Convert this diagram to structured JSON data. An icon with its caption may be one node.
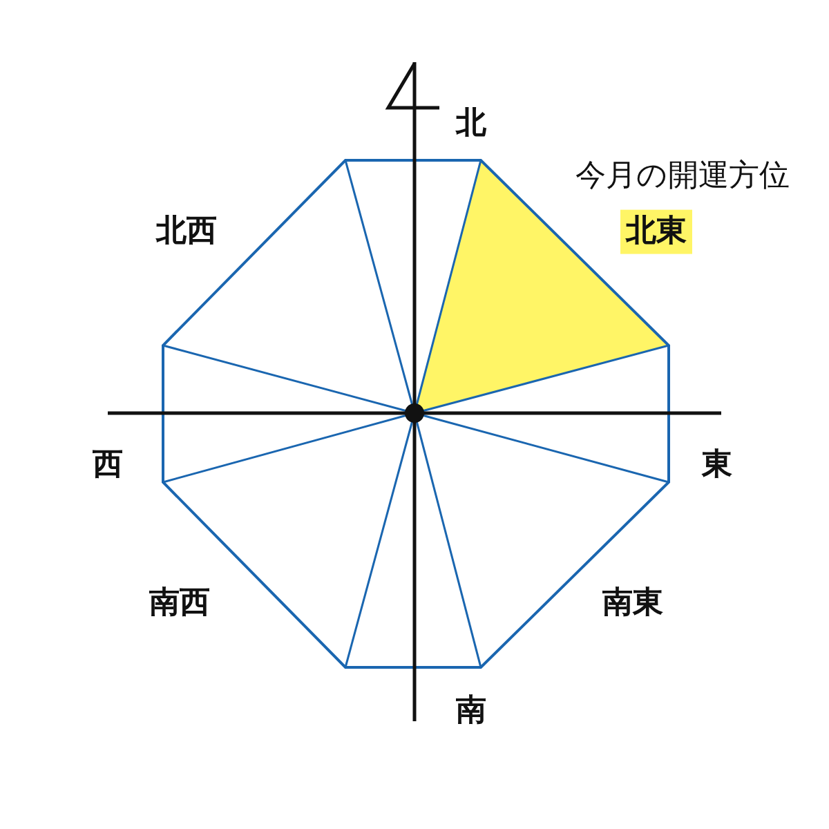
{
  "diagram": {
    "labels": [
      "北",
      "今月の開運方位",
      "北東",
      "北西",
      "西",
      "東",
      "南西",
      "南東",
      "南"
    ]
  }
}
